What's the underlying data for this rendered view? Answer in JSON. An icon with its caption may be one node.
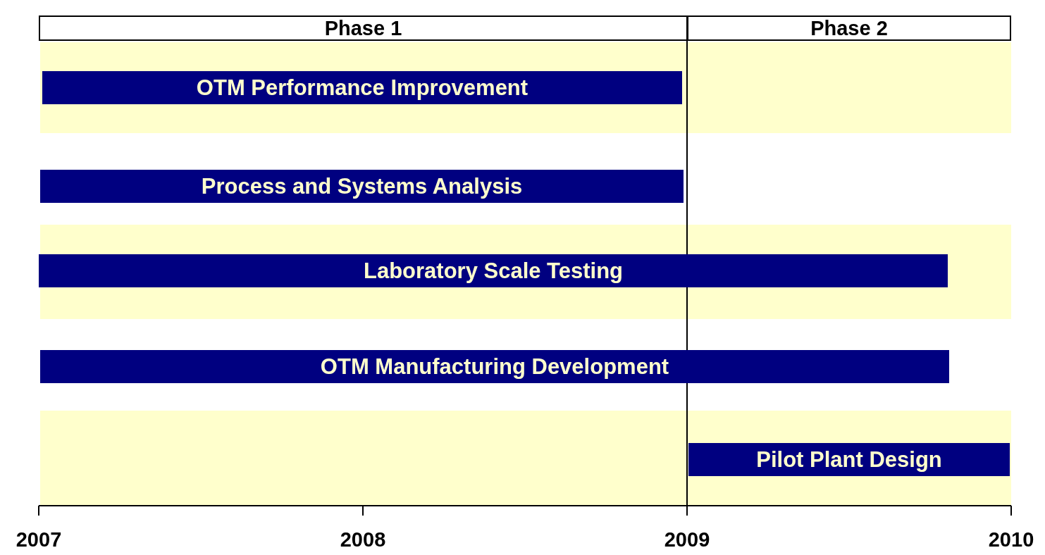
{
  "diagram": {
    "nodes": [
      {
        "text": [
          "Phase 1"
        ]
      },
      {
        "text": [
          "Phase 2"
        ]
      },
      {
        "text": [
          "OTM Performance Improvement"
        ]
      },
      {
        "text": [
          "Process and Systems Analysis"
        ]
      },
      {
        "text": [
          "Laboratory Scale Testing"
        ]
      },
      {
        "text": [
          "OTM Manufacturing Development"
        ]
      },
      {
        "text": [
          "Pilot Plant Design"
        ]
      }
    ],
    "labels": [
      "2007",
      "2008",
      "2009",
      "2010"
    ]
  }
}
